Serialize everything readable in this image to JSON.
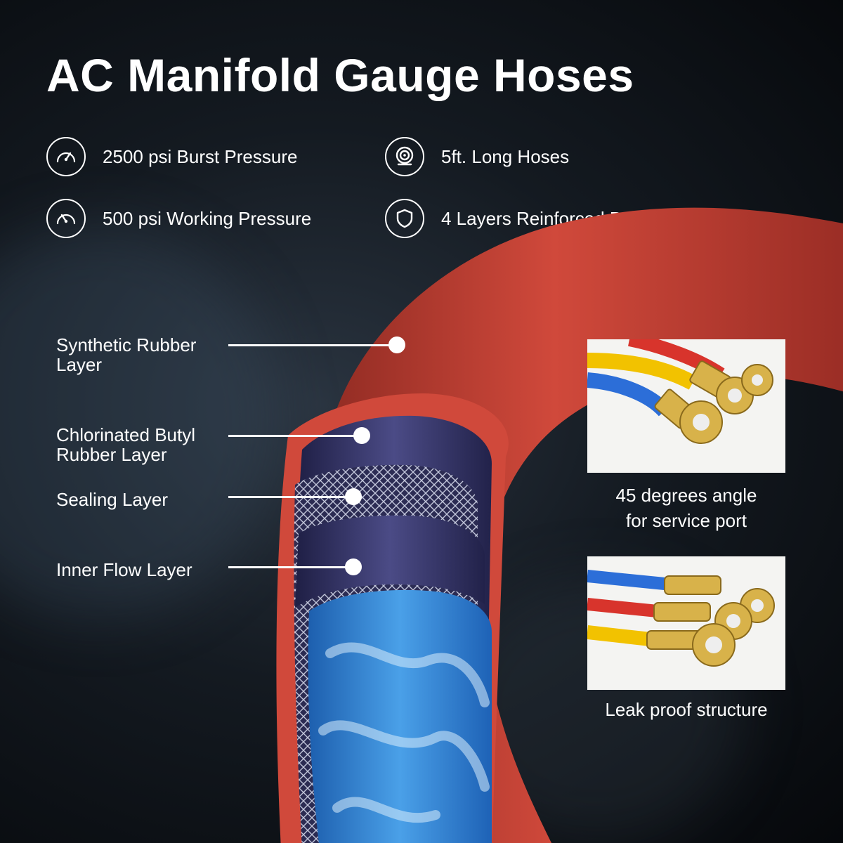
{
  "title": "AC Manifold Gauge Hoses",
  "features": [
    {
      "icon": "speedometer-icon",
      "text": "2500 psi Burst Pressure"
    },
    {
      "icon": "hose-coil-icon",
      "text": "5ft. Long Hoses"
    },
    {
      "icon": "pressure-gauge-icon",
      "text": "500 psi Working Pressure"
    },
    {
      "icon": "shield-icon",
      "text": "4 Layers Reinforced Barriers"
    }
  ],
  "layers": [
    {
      "label": "Synthetic Rubber\nLayer"
    },
    {
      "label": "Chlorinated Butyl\nRubber Layer"
    },
    {
      "label": "Sealing Layer"
    },
    {
      "label": "Inner Flow Layer"
    }
  ],
  "photos": [
    {
      "caption": "45 degrees angle\nfor service port"
    },
    {
      "caption": "Leak proof structure"
    }
  ],
  "colors": {
    "outer_hose": "#c8463a",
    "butyl_layer": "#3a3a6e",
    "inner_flow": "#2e7fd0",
    "fitting_brass": "#d8b24a",
    "hose_yellow": "#f2c200",
    "hose_blue": "#2c6ed8",
    "hose_red": "#d8342c"
  }
}
